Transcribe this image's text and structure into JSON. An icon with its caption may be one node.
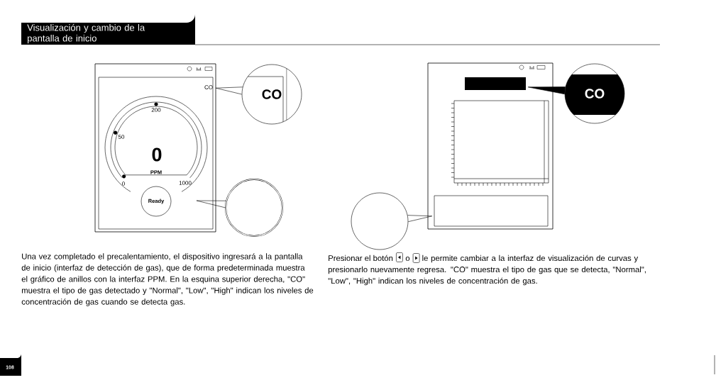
{
  "diagram": {
    "title": "Visualización y cambio de la pantalla de inicio",
    "nodes": [
      {
        "text": [],
        "shape": "box"
      },
      {
        "text": [
          "CO"
        ],
        "in": 0
      },
      {
        "text": [
          "CO"
        ]
      },
      {
        "text": [
          "Ready"
        ],
        "in": 0
      },
      {
        "text": [],
        "shape": "circle"
      },
      {
        "text": [],
        "shape": "box"
      },
      {
        "text": [],
        "shape": "bar",
        "in": 5
      },
      {
        "text": [
          "CO"
        ]
      },
      {
        "text": [],
        "shape": "box",
        "in": 5
      },
      {
        "text": [],
        "shape": "circle"
      }
    ],
    "edges": [
      {
        "from": 2,
        "to": 1,
        "arrow": "none"
      },
      {
        "from": 4,
        "to": null,
        "arrow": "to"
      },
      {
        "from": 7,
        "to": 6,
        "arrow": "none"
      },
      {
        "from": 9,
        "to": 8,
        "arrow": "none"
      }
    ],
    "labels": [
      "200",
      "50",
      "0",
      "PPM",
      "0",
      "1000",
      "Una vez completado el precalentamiento, el dispositivo ingresará a la pantalla de inicio (interfaz de detección de gas), que de forma predeterminada muestra el gráfico de anillos con la interfaz PPM. En la esquina superior derecha, \"CO\" muestra el tipo de gas detectado y \"Normal\", \"Low\", \"High\" indican los niveles de concentración de gas cuando se detecta gas.",
      "Presionar el botón",
      "o",
      "le permite cambiar a la interfaz de visualización de curvas y presionarlo nuevamente regresa. \"CO\" muestra el tipo de gas que se detecta, \"Normal\", \"Low\", \"High\" indican los niveles de concentración de gas.",
      "108"
    ]
  }
}
